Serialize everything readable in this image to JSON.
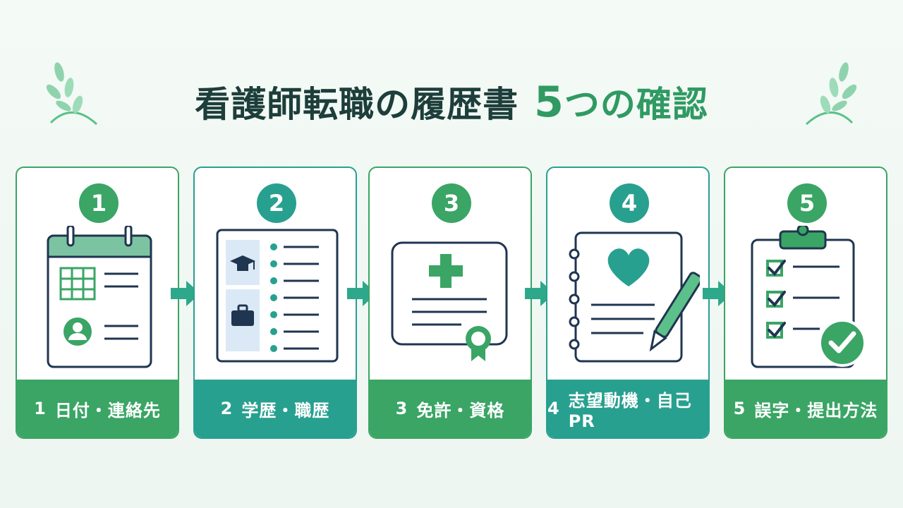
{
  "title": {
    "main": "看護師転職の履歴書",
    "number": "5",
    "suffix": "つの確認"
  },
  "steps": [
    {
      "number": "1",
      "label": "日付・連絡先",
      "color": "#3aa565"
    },
    {
      "number": "2",
      "label": "学歴・職歴",
      "color": "#28a08f"
    },
    {
      "number": "3",
      "label": "免許・資格",
      "color": "#3aa565"
    },
    {
      "number": "4",
      "label": "志望動機・自己PR",
      "color": "#28a08f"
    },
    {
      "number": "5",
      "label": "誤字・提出方法",
      "color": "#3aa565"
    }
  ],
  "icons": [
    "calendar-contact-icon",
    "education-career-list-icon",
    "license-certificate-icon",
    "notebook-heart-pen-icon",
    "clipboard-checklist-icon"
  ],
  "colors": {
    "green": "#3aa565",
    "teal": "#28a08f",
    "navy": "#1d3e3a"
  }
}
